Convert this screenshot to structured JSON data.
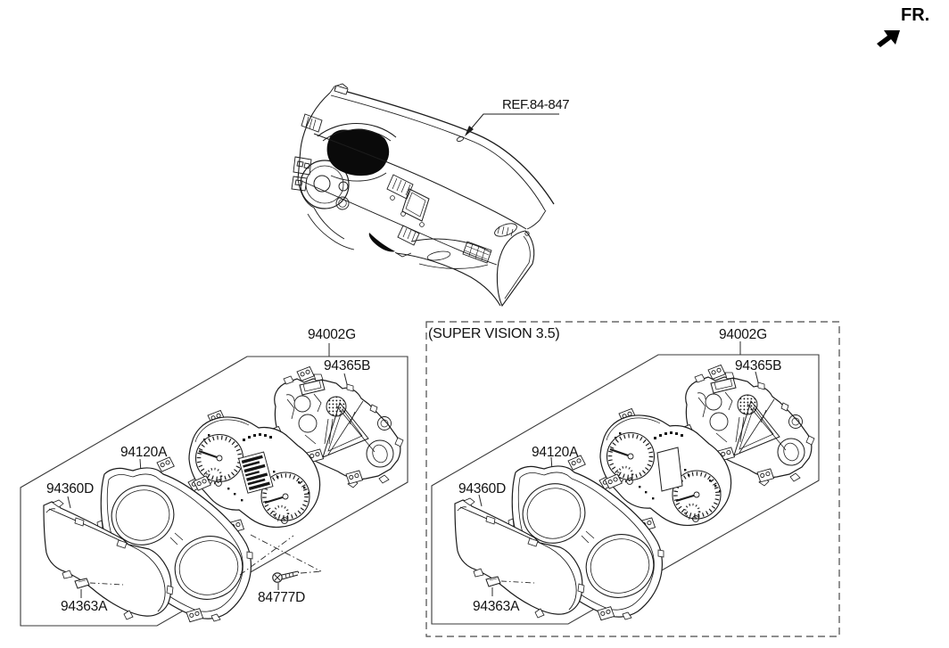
{
  "canvas": {
    "background": "#ffffff",
    "line_color": "#1c1c1c"
  },
  "direction_indicator": {
    "label": "FR."
  },
  "dashboard": {
    "ref_label": "REF.84-847"
  },
  "assemblies": {
    "standard": {
      "labels": {
        "cluster_assembly": "94002G",
        "rear_case": "94365B",
        "bezel": "94120A",
        "front_lens": "94360D",
        "clip": "94363A",
        "screw": "84777D"
      }
    },
    "super_vision": {
      "variant_title": "(SUPER VISION 3.5)",
      "labels": {
        "cluster_assembly": "94002G",
        "rear_case": "94365B",
        "bezel": "94120A",
        "front_lens": "94360D",
        "clip": "94363A"
      }
    }
  }
}
